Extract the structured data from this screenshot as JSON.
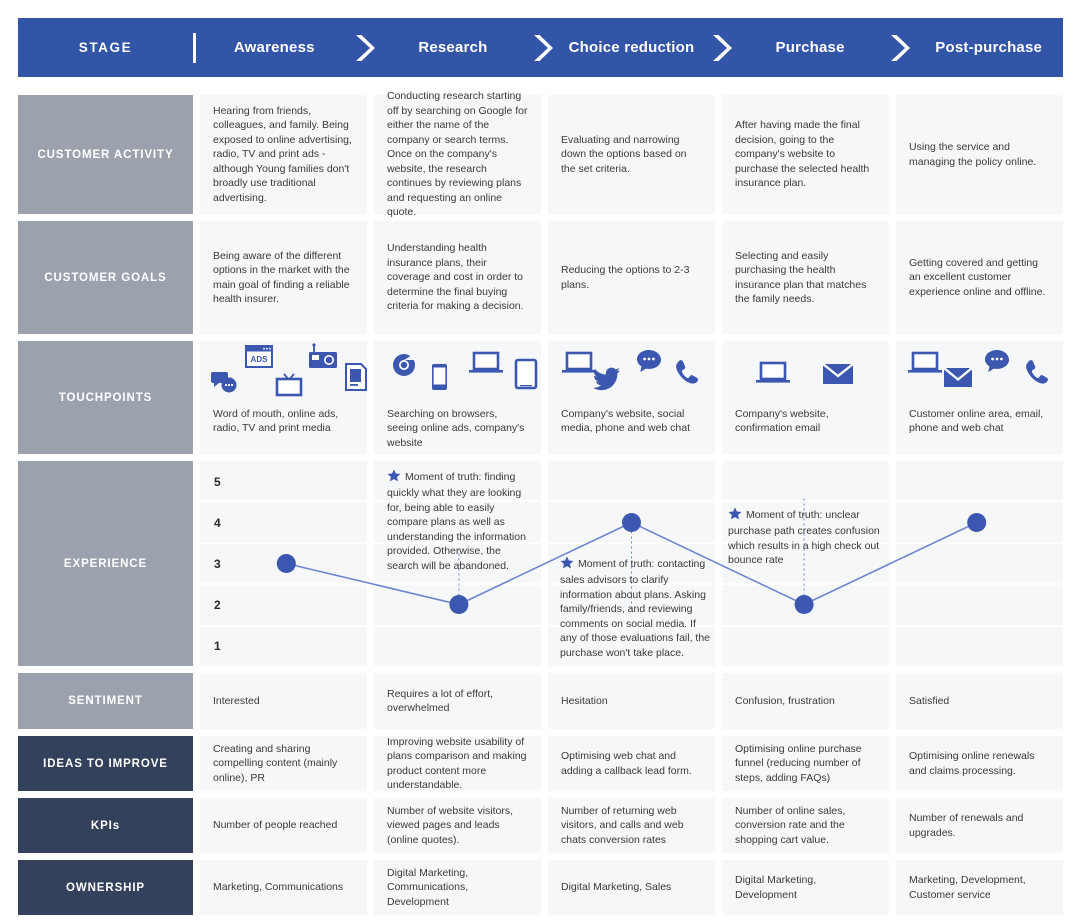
{
  "header": {
    "stage_label": "STAGE",
    "stages": [
      "Awareness",
      "Research",
      "Choice reduction",
      "Purchase",
      "Post-purchase"
    ]
  },
  "colors": {
    "header_blue": "#3355a8",
    "label_gray": "#9ca2ad",
    "label_navy": "#33415c",
    "cell_bg": "#f6f7f8",
    "accent": "#3b57b0",
    "line": "#6f86cf"
  },
  "rows": {
    "customer_activity": {
      "label": "CUSTOMER ACTIVITY",
      "cells": [
        "Hearing from friends, colleagues, and family. Being exposed to online advertising, radio, TV and print ads -although Young families don't broadly use traditional advertising.",
        "Conducting research starting off by searching on Google for either the name of the company or search terms. Once on the company's website, the research continues by reviewing plans and requesting an online quote.",
        "Evaluating and narrowing down the options based on the set criteria.",
        "After having made the final decision, going to the company's website to purchase the selected health insurance plan.",
        "Using the service and managing the policy online."
      ]
    },
    "customer_goals": {
      "label": "CUSTOMER GOALS",
      "cells": [
        "Being aware of the different options in the market with the main goal of finding a reliable health insurer.",
        "Understanding health insurance plans, their coverage and cost in order to determine the final buying criteria for making a decision.",
        "Reducing the options to 2-3 plans.",
        "Selecting and easily purchasing the health insurance plan that matches the family needs.",
        "Getting covered and getting an excellent customer experience online and offline."
      ]
    },
    "touchpoints": {
      "label": "TOUCHPOINTS",
      "cells": [
        {
          "icons": [
            "chat-bubbles-icon",
            "ads-browser-icon",
            "tv-icon",
            "radio-icon",
            "newspaper-icon"
          ],
          "text": "Word of mouth, online ads, radio, TV and print media"
        },
        {
          "icons": [
            "chrome-browser-icon",
            "smartphone-icon",
            "laptop-icon",
            "tablet-icon"
          ],
          "text": "Searching on browsers, seeing online ads, company's website"
        },
        {
          "icons": [
            "laptop-icon",
            "twitter-bird-icon",
            "chat-bubble-icon",
            "phone-handset-icon"
          ],
          "text": "Company's website, social media, phone and web chat"
        },
        {
          "icons": [
            "laptop-icon",
            "envelope-icon"
          ],
          "text": "Company's website, confirmation email"
        },
        {
          "icons": [
            "laptop-icon",
            "envelope-icon",
            "chat-bubble-icon",
            "phone-handset-icon"
          ],
          "text": "Customer online area, email, phone and web chat"
        }
      ]
    },
    "experience": {
      "label": "EXPERIENCE",
      "notes": [
        {
          "stage": "Research",
          "text": "Moment of truth: finding quickly what they are looking for, being able to easily compare plans as well as understanding the information provided. Otherwise, the search will be abandoned."
        },
        {
          "stage": "Choice reduction",
          "text": "Moment of truth: contacting sales advisors to clarify information about plans. Asking family/friends, and reviewing comments on social media. If any of those evaluations fail, the purchase won't take place."
        },
        {
          "stage": "Purchase",
          "text": "Moment of truth: unclear purchase path creates confusion which results in a high check out bounce rate"
        }
      ]
    },
    "sentiment": {
      "label": "SENTIMENT",
      "cells": [
        "Interested",
        "Requires a lot of effort, overwhelmed",
        "Hesitation",
        "Confusion, frustration",
        "Satisfied"
      ]
    },
    "ideas_to_improve": {
      "label": "IDEAS TO IMPROVE",
      "cells": [
        "Creating and sharing compelling content (mainly online), PR",
        "Improving website usability of plans comparison and making product content more understandable.",
        "Optimising web chat and adding a callback lead form.",
        "Optimising online purchase funnel (reducing number of steps, adding FAQs)",
        "Optimising online renewals and claims processing."
      ]
    },
    "kpis": {
      "label": "KPIs",
      "cells": [
        "Number of people reached",
        "Number of website visitors, viewed pages and leads (online quotes).",
        "Number of returning web visitors, and calls and web chats conversion rates",
        "Number of online sales, conversion rate and the shopping cart value.",
        "Number of renewals and upgrades."
      ]
    },
    "ownership": {
      "label": "OWNERSHIP",
      "cells": [
        "Marketing, Communications",
        "Digital Marketing, Communications, Development",
        "Digital Marketing, Sales",
        "Digital Marketing, Development",
        "Marketing, Development, Customer service"
      ]
    }
  },
  "chart_data": {
    "type": "line",
    "title": "EXPERIENCE",
    "categories": [
      "Awareness",
      "Research",
      "Choice reduction",
      "Purchase",
      "Post-purchase"
    ],
    "values": [
      3,
      2,
      4,
      2,
      4
    ],
    "ylabel": "",
    "xlabel": "",
    "ylim": [
      1,
      5
    ],
    "ytick_labels": [
      "5",
      "4",
      "3",
      "2",
      "1"
    ],
    "grid": true,
    "legend": false,
    "marker": "circle",
    "annotations": [
      {
        "x": "Research",
        "y": 2,
        "label": "Moment of truth: finding quickly what they are looking for, being able to easily compare plans as well as understanding the information provided. Otherwise, the search will be abandoned."
      },
      {
        "x": "Choice reduction",
        "y": 4,
        "label": "Moment of truth: contacting sales advisors to clarify information about plans. Asking family/friends, and reviewing comments on social media. If any of those evaluations fail, the purchase won't take place."
      },
      {
        "x": "Purchase",
        "y": 2,
        "label": "Moment of truth: unclear purchase path creates confusion which results in a high check out bounce rate"
      }
    ]
  }
}
